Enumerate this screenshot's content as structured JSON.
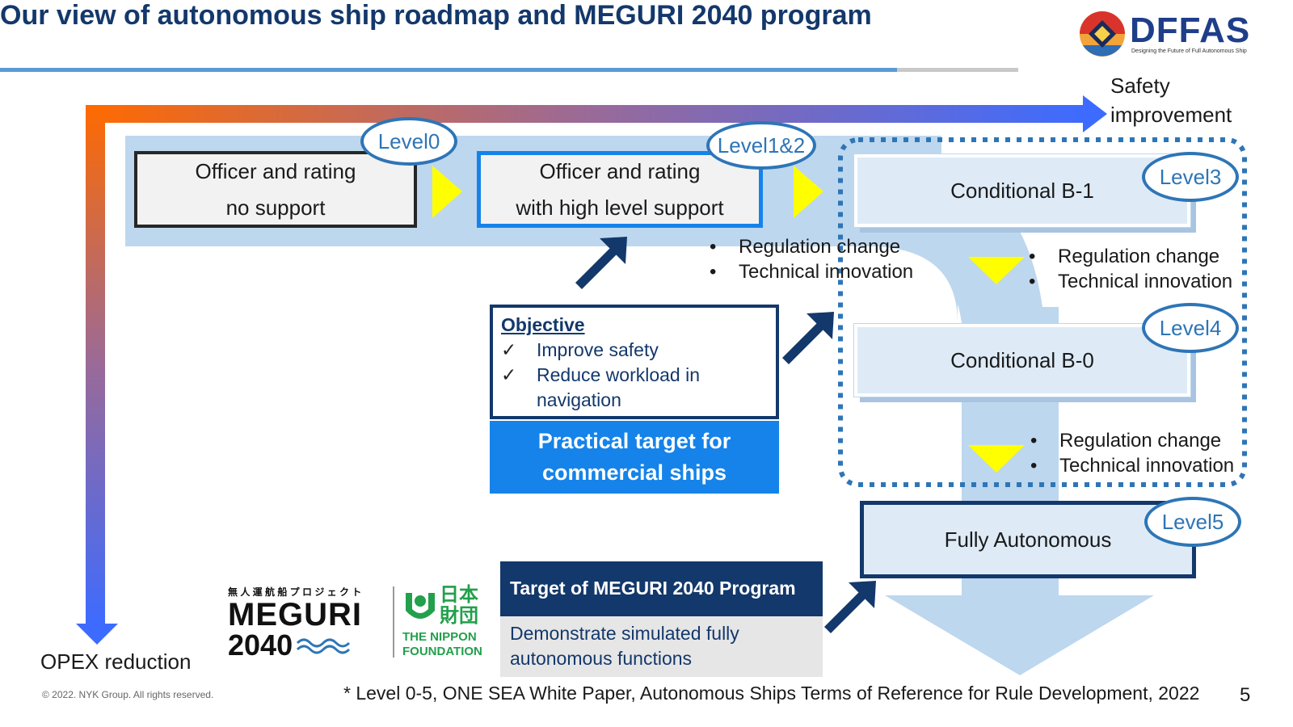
{
  "title": "Our view of autonomous ship roadmap and MEGURI 2040 program",
  "logo": {
    "text": "DFFAS",
    "tagline": "Designing the Future of Full Autonomous Ship"
  },
  "axes": {
    "safety_line1": "Safety",
    "safety_line2": "improvement",
    "opex": "OPEX reduction"
  },
  "stages": [
    {
      "level": "Level0",
      "line1": "Officer and rating",
      "line2": "no support"
    },
    {
      "level": "Level1&2",
      "line1": "Officer and rating",
      "line2": "with high level support"
    },
    {
      "level": "Level3",
      "label": "Conditional B-1"
    },
    {
      "level": "Level4",
      "label": "Conditional B-0"
    },
    {
      "level": "Level5",
      "label": "Fully Autonomous"
    }
  ],
  "conditions": {
    "a": [
      "Regulation change",
      "Technical innovation"
    ],
    "b": [
      "Regulation change",
      "Technical innovation"
    ],
    "c": [
      "Regulation change",
      "Technical innovation"
    ]
  },
  "objective": {
    "heading": "Objective",
    "items": [
      "Improve safety",
      "Reduce workload in",
      "navigation"
    ],
    "check": "✓",
    "banner_line1": "Practical target for",
    "banner_line2": "commercial ships"
  },
  "meguri_target": {
    "heading": "Target of MEGURI 2040 Program",
    "line1": "Demonstrate simulated fully",
    "line2": "autonomous functions"
  },
  "meguri_logo": {
    "japanese": "無 人 運 航 船 プ ロ ジ ェ ク ト",
    "name": "MEGURI",
    "year": "2040",
    "nippon_jp1": "日本",
    "nippon_jp2": "財団",
    "nippon_en1": "THE NIPPON",
    "nippon_en2": "FOUNDATION"
  },
  "footnote": "* Level 0-5, ONE SEA White Paper, Autonomous Ships Terms of Reference for Rule Development, 2022",
  "copyright": "© 2022. NYK Group. All rights reserved.",
  "page_number": "5",
  "colors": {
    "navy": "#13386b",
    "accent_blue": "#2e75b6",
    "bright_blue": "#1583e9",
    "light_band": "#bdd7ee",
    "yellow": "#ffff00",
    "orange": "#ff6a00"
  }
}
